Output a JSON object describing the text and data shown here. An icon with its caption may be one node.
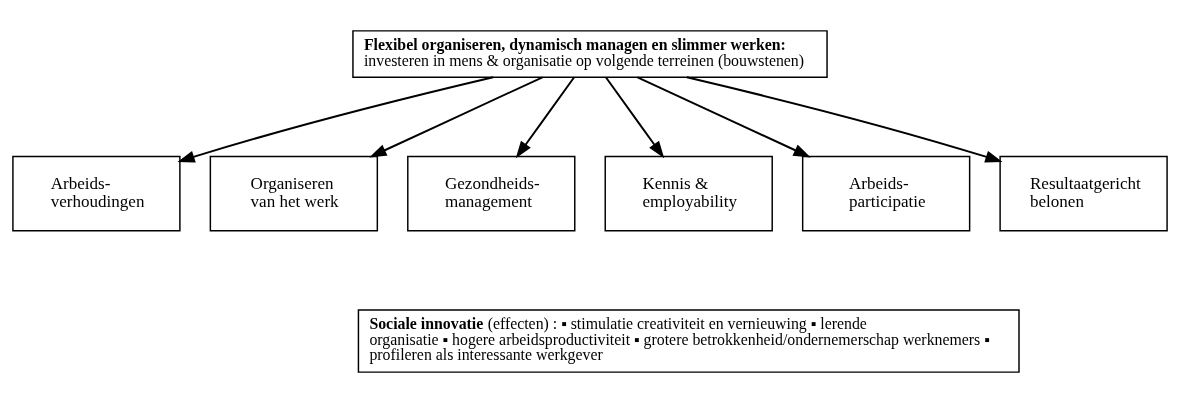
{
  "diagram": {
    "nodes": [
      {
        "text": [
          "Flexibel organiseren, dynamisch managen en slimmer werken:",
          "investeren in mens & organisatie op volgende terreinen (bouwstenen)"
        ]
      },
      {
        "text": [
          "Arbeids- verhoudingen"
        ]
      },
      {
        "text": [
          "Organiseren van het werk"
        ]
      },
      {
        "text": [
          "Gezondheids- management"
        ]
      },
      {
        "text": [
          "Kennis & employability"
        ]
      },
      {
        "text": [
          "Arbeids- participatie"
        ]
      },
      {
        "text": [
          "Resultaatgericht belonen"
        ]
      },
      {
        "text": [
          "**Sociale innovatie** (effecten) : ▪ stimulatie creativiteit en vernieuwing ▪ lerende organisatie ▪ hogere arbeidsproductiviteit ▪ grotere betrokkenheid/ondernemerschap werknemers ▪ profileren als interessante werkgever"
        ]
      }
    ],
    "edges": [
      {
        "from": 0,
        "to": 1,
        "arrow": "to"
      },
      {
        "from": 0,
        "to": 2,
        "arrow": "to"
      },
      {
        "from": 0,
        "to": 3,
        "arrow": "to"
      },
      {
        "from": 0,
        "to": 4,
        "arrow": "to"
      },
      {
        "from": 0,
        "to": 5,
        "arrow": "to"
      },
      {
        "from": 0,
        "to": 6,
        "arrow": "to"
      }
    ]
  }
}
